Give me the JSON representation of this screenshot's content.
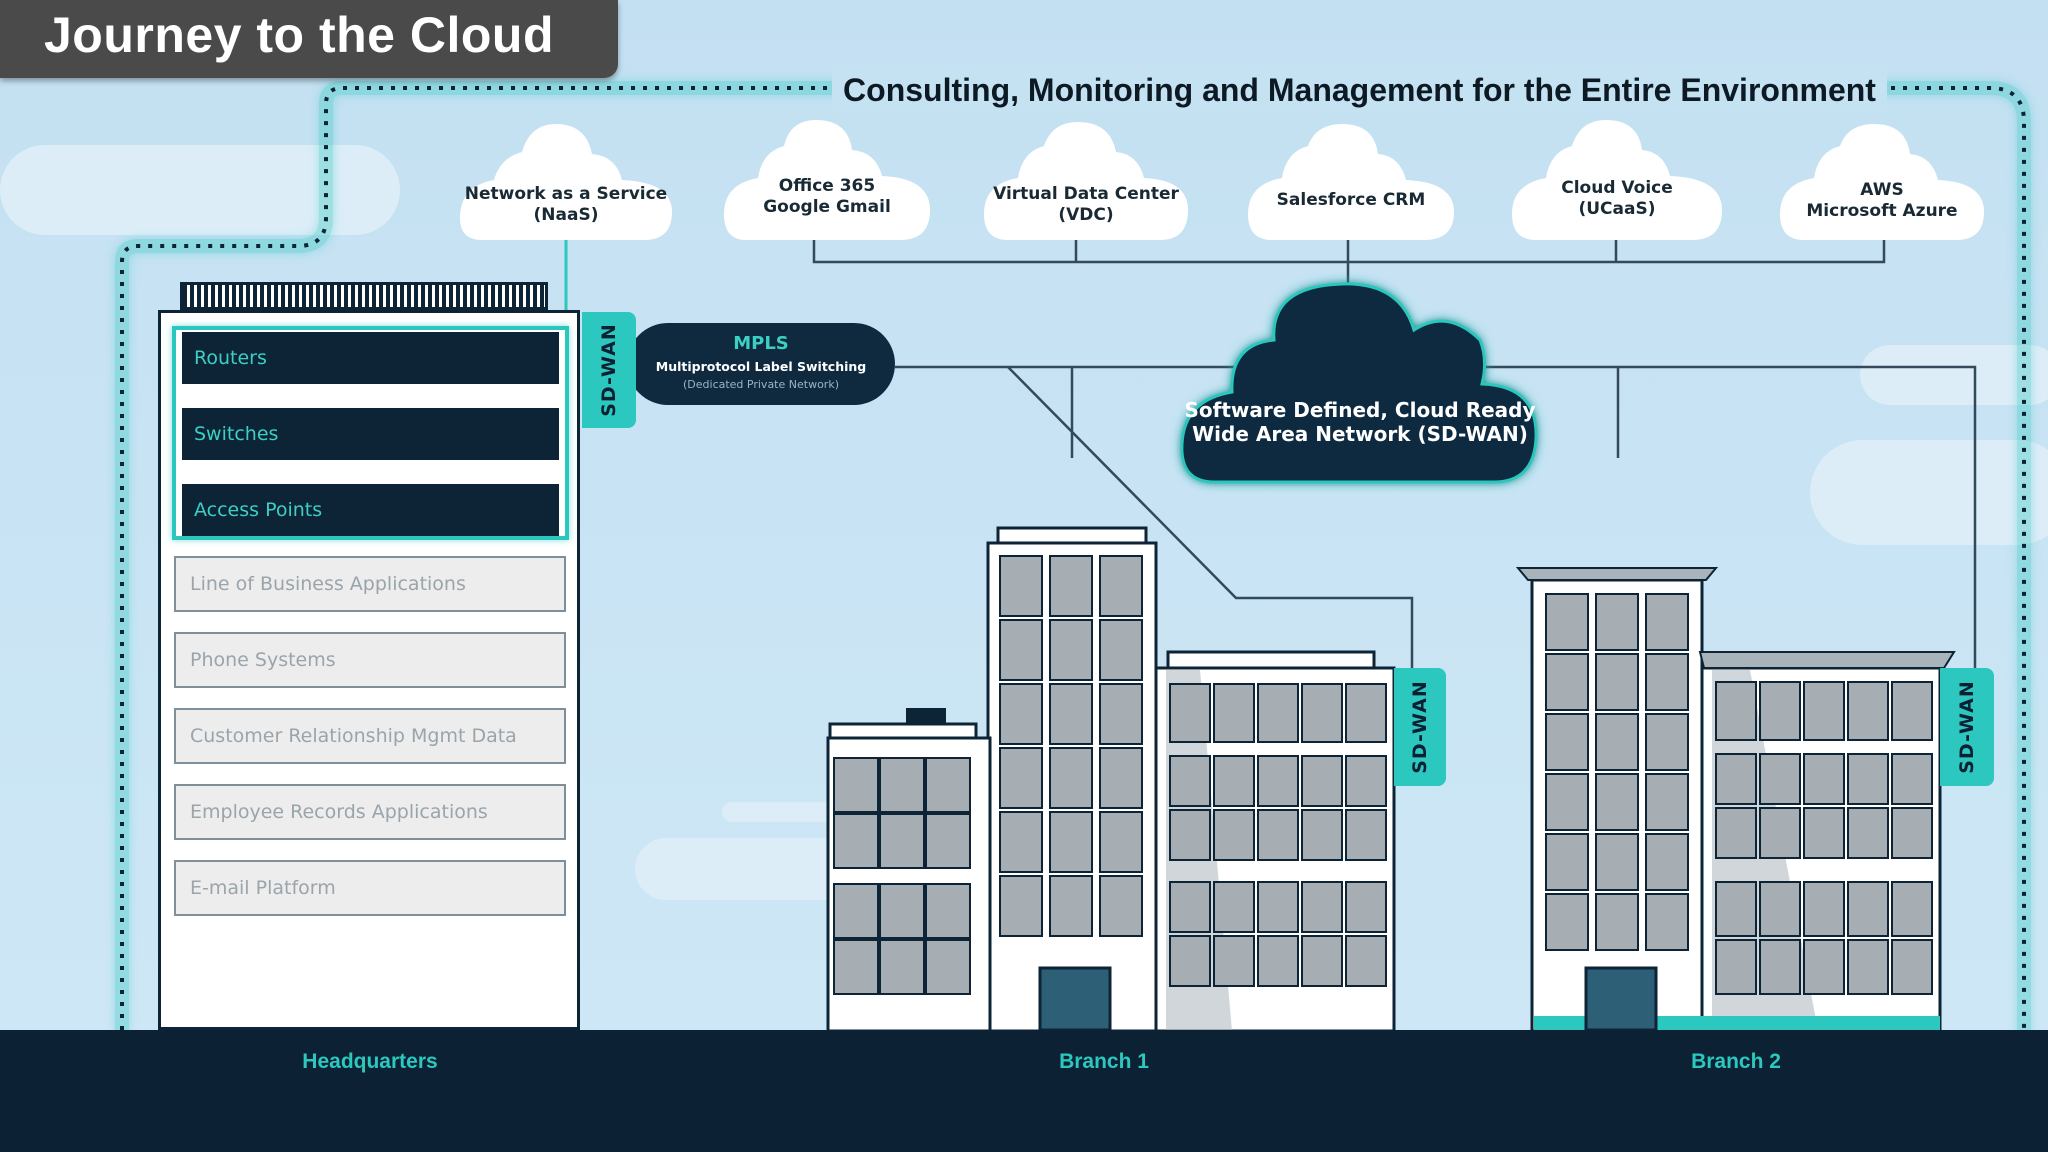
{
  "title": "Journey to the Cloud",
  "management_label": "Consulting, Monitoring and Management for the Entire Environment",
  "cloud_services": [
    {
      "line1": "Network as a Service",
      "line2": "(NaaS)"
    },
    {
      "line1": "Office 365",
      "line2": "Google Gmail"
    },
    {
      "line1": "Virtual Data Center",
      "line2": "(VDC)"
    },
    {
      "line1": "Salesforce CRM",
      "line2": ""
    },
    {
      "line1": "Cloud Voice",
      "line2": "(UCaaS)"
    },
    {
      "line1": "AWS",
      "line2": "Microsoft Azure"
    }
  ],
  "mpls": {
    "title": "MPLS",
    "subtitle": "Multiprotocol Label Switching",
    "note": "(Dedicated Private Network)"
  },
  "sdwan_cloud": {
    "line1": "Software Defined, Cloud Ready",
    "line2": "Wide Area Network (SD-WAN)"
  },
  "sdwan_tab_label": "SD-WAN",
  "hq_network_items": [
    "Routers",
    "Switches",
    "Access Points"
  ],
  "hq_applications": [
    "Line of Business Applications",
    "Phone Systems",
    "Customer Relationship Mgmt Data",
    "Employee Records Applications",
    "E-mail Platform"
  ],
  "locations": [
    "Headquarters",
    "Branch 1",
    "Branch 2"
  ],
  "colors": {
    "teal": "#2cc7bf",
    "navy": "#0c2234",
    "sky": "#c5e2f3"
  }
}
